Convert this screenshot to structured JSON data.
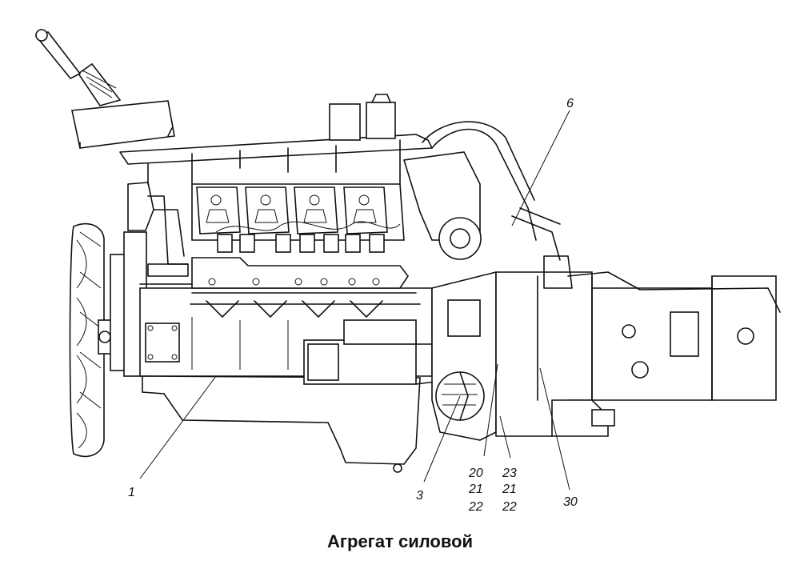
{
  "title": "Агрегат силовой",
  "callouts": {
    "c1": "1",
    "c3": "3",
    "c6": "6",
    "c20": "20",
    "c21a": "21",
    "c22a": "22",
    "c23": "23",
    "c21b": "21",
    "c22b": "22",
    "c30": "30"
  }
}
